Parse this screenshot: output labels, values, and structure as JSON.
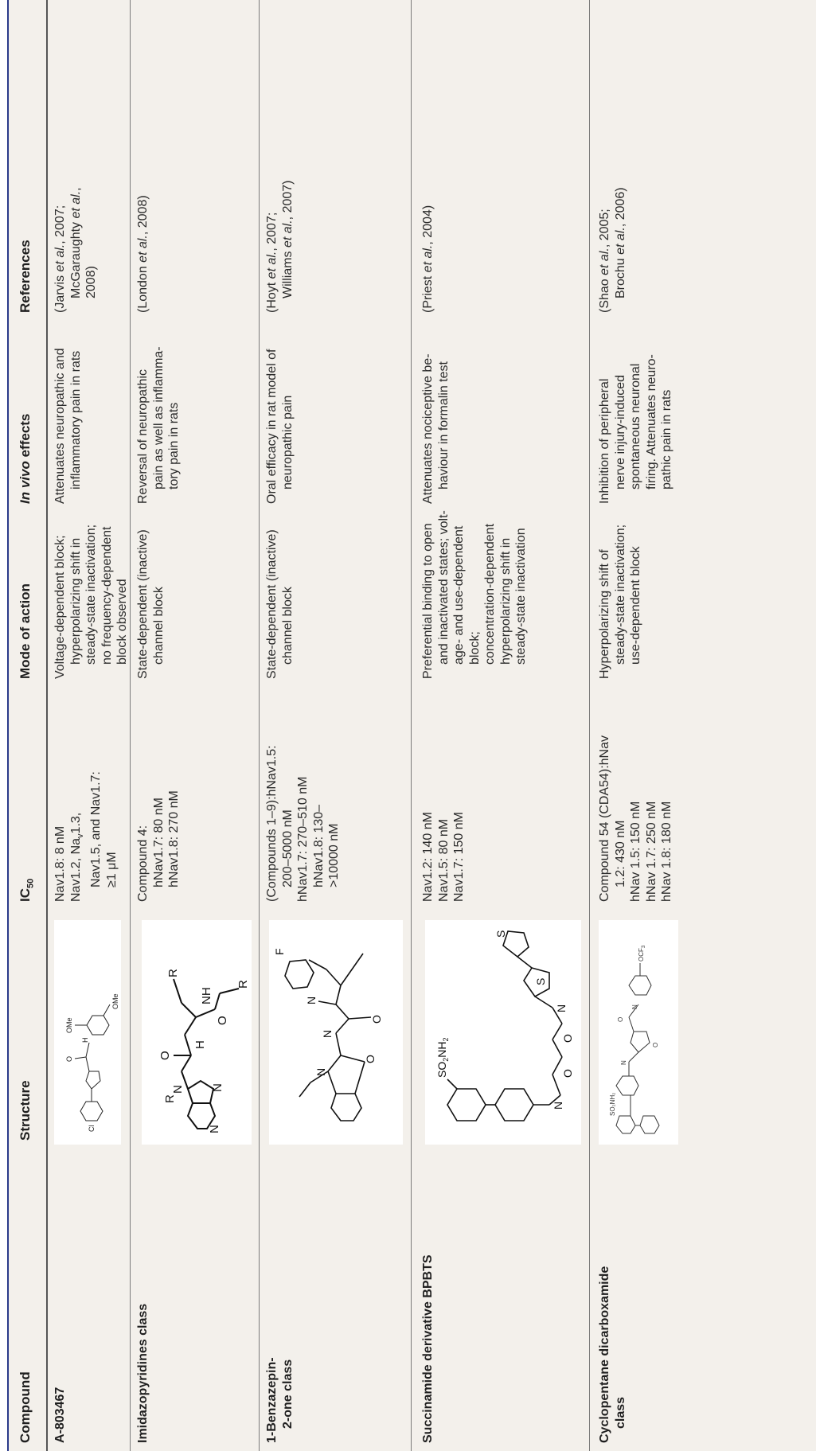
{
  "table": {
    "headers": {
      "compound": "Compound",
      "structure": "Structure",
      "ic50": "IC",
      "ic50_sub": "50",
      "mode": "Mode of action",
      "invivo_prefix": "In vivo",
      "invivo_suffix": " effects",
      "references": "References"
    },
    "rows": [
      {
        "compound": "A-803467",
        "ic50": [
          "Nav1.8: 8 nM",
          "Nav1.2, Na",
          "Nav1.5, and Nav1.7:",
          "≥1 μM"
        ],
        "ic50_na_sub": "v",
        "ic50_na_tail": "1.3,",
        "mode": [
          "Voltage-dependent block;",
          "hyperpolarizing shift in",
          "steady-state inactivation;",
          "no frequency-dependent",
          "block observed"
        ],
        "invivo": [
          "Attenuates neuropathic and",
          "inflammatory pain in rats"
        ],
        "refs": [
          "(Jarvis et al., 2007;",
          "McGaraughty et al.,",
          "2008)"
        ]
      },
      {
        "compound": "Imidazopyridines class",
        "ic50": [
          "Compound 4:",
          "hNav1.7: 80 nM",
          "hNav1.8: 270 nM"
        ],
        "mode": [
          "State-dependent (inactive)",
          "channel block"
        ],
        "invivo": [
          "Reversal of neuropathic",
          "pain as well as inflamma-",
          "tory pain in rats"
        ],
        "refs": [
          "(London et al., 2008)"
        ]
      },
      {
        "compound": [
          "1-Benzazepin-",
          "2-one class"
        ],
        "ic50": [
          "(Compounds 1–9):hNav1.5:",
          "200–5000 nM",
          "hNav1.7: 270–510 nM",
          "hNav1.8: 130–",
          ">10000 nM"
        ],
        "mode": [
          "State-dependent (inactive)",
          "channel block"
        ],
        "invivo": [
          "Oral efficacy in rat model of",
          "neuropathic pain"
        ],
        "refs": [
          "(Hoyt et al., 2007;",
          "Williams et al., 2007)"
        ]
      },
      {
        "compound": "Succinamide derivative BPBTS",
        "ic50": [
          "Nav1.2: 140 nM",
          "Nav1.5: 80 nM",
          "Nav1.7: 150 nM"
        ],
        "mode": [
          "Preferential binding to open",
          "and inactivated states; volt-",
          "age- and use-dependent",
          "block;",
          "concentration-dependent",
          "hyperpolarizing shift in",
          "steady-state inactivation"
        ],
        "invivo": [
          "Attenuates nociceptive be-",
          "haviour in formalin test"
        ],
        "refs": [
          "(Priest et al., 2004)"
        ]
      },
      {
        "compound": [
          "Cyclopentane dicarboxamide",
          "class"
        ],
        "ic50": [
          "Compound 54 (CDA54):hNav",
          "1.2: 430 nM",
          "hNav 1.5: 150 nM",
          "hNav 1.7: 250 nM",
          "hNav 1.8: 180 nM"
        ],
        "mode": [
          "Hyperpolarizing shift of",
          "steady-state inactivation;",
          "use-dependent block"
        ],
        "invivo": [
          "Inhibition of peripheral",
          "nerve injury-induced",
          "spontaneous neuronal",
          "firing. Attenuates neuro-",
          "pathic pain in rats"
        ],
        "refs": [
          "(Shao et al., 2005;",
          "Brochu et al., 2006)"
        ]
      }
    ],
    "structure_labels": {
      "ome": "OMe",
      "cl": "Cl",
      "h": "H",
      "n": "N",
      "nh": "NH",
      "o": "O",
      "f": "F",
      "s": "S",
      "r1": "R",
      "r2": "R",
      "r3": "R",
      "so2nh2": "SO",
      "so2nh2_tail": "NH",
      "ocf3": "OCF",
      "so2nh2_small": "SO₂NH₂"
    }
  }
}
